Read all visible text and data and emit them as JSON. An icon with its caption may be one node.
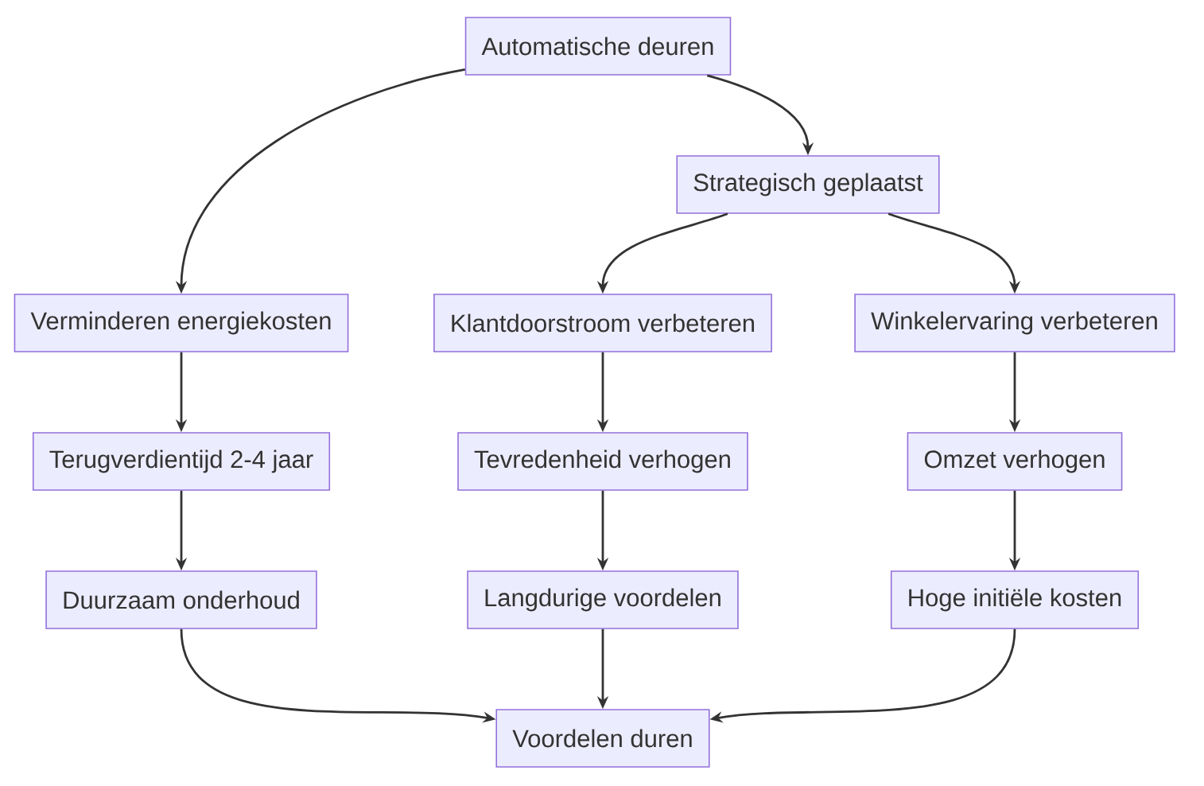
{
  "diagram": {
    "nodes": [
      {
        "text": [
          "Automatische deuren"
        ]
      },
      {
        "text": [
          "Strategisch geplaatst"
        ]
      },
      {
        "text": [
          "Verminderen energiekosten"
        ]
      },
      {
        "text": [
          "Klantdoorstroom verbeteren"
        ]
      },
      {
        "text": [
          "Winkelervaring verbeteren"
        ]
      },
      {
        "text": [
          "Terugverdientijd 2-4 jaar"
        ]
      },
      {
        "text": [
          "Tevredenheid verhogen"
        ]
      },
      {
        "text": [
          "Omzet verhogen"
        ]
      },
      {
        "text": [
          "Duurzaam onderhoud"
        ]
      },
      {
        "text": [
          "Langdurige voordelen"
        ]
      },
      {
        "text": [
          "Hoge initiële kosten"
        ]
      },
      {
        "text": [
          "Voordelen duren"
        ]
      }
    ],
    "edges": [
      {
        "from": 0,
        "to": 2,
        "arrow": "to"
      },
      {
        "from": 0,
        "to": 1,
        "arrow": "to"
      },
      {
        "from": 1,
        "to": 3,
        "arrow": "to"
      },
      {
        "from": 1,
        "to": 4,
        "arrow": "to"
      },
      {
        "from": 2,
        "to": 5,
        "arrow": "to"
      },
      {
        "from": 3,
        "to": 6,
        "arrow": "to"
      },
      {
        "from": 4,
        "to": 7,
        "arrow": "to"
      },
      {
        "from": 5,
        "to": 8,
        "arrow": "to"
      },
      {
        "from": 6,
        "to": 9,
        "arrow": "to"
      },
      {
        "from": 7,
        "to": 10,
        "arrow": "to"
      },
      {
        "from": 8,
        "to": 11,
        "arrow": "to"
      },
      {
        "from": 9,
        "to": 11,
        "arrow": "to"
      },
      {
        "from": 10,
        "to": 11,
        "arrow": "to"
      }
    ]
  }
}
